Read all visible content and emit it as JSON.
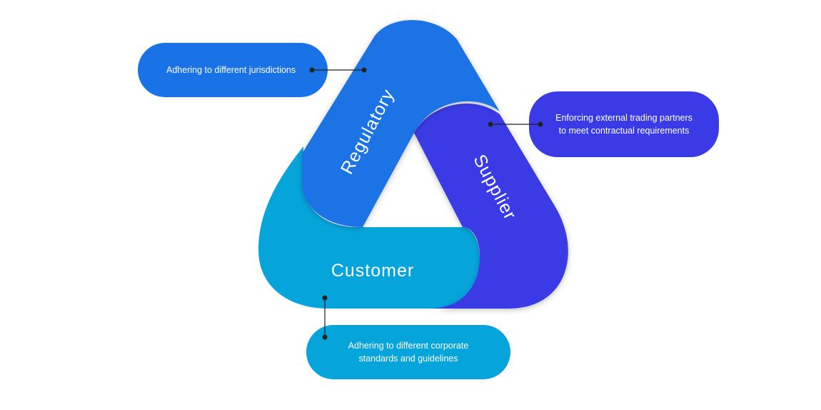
{
  "colors": {
    "regulatory": "#1a73e6",
    "supplier": "#3a3ae6",
    "customer": "#05a5dc",
    "connector": "#222222",
    "text": "#ffffff"
  },
  "segments": {
    "regulatory": {
      "label": "Regulatory"
    },
    "supplier": {
      "label": "Supplier"
    },
    "customer": {
      "label": "Customer"
    }
  },
  "callouts": {
    "regulatory": {
      "text": "Adhering to different jurisdictions"
    },
    "supplier": {
      "line1": "Enforcing external trading partners",
      "line2": "to meet contractual requirements"
    },
    "customer": {
      "line1": "Adhering to different corporate",
      "line2": "standards and guidelines"
    }
  }
}
